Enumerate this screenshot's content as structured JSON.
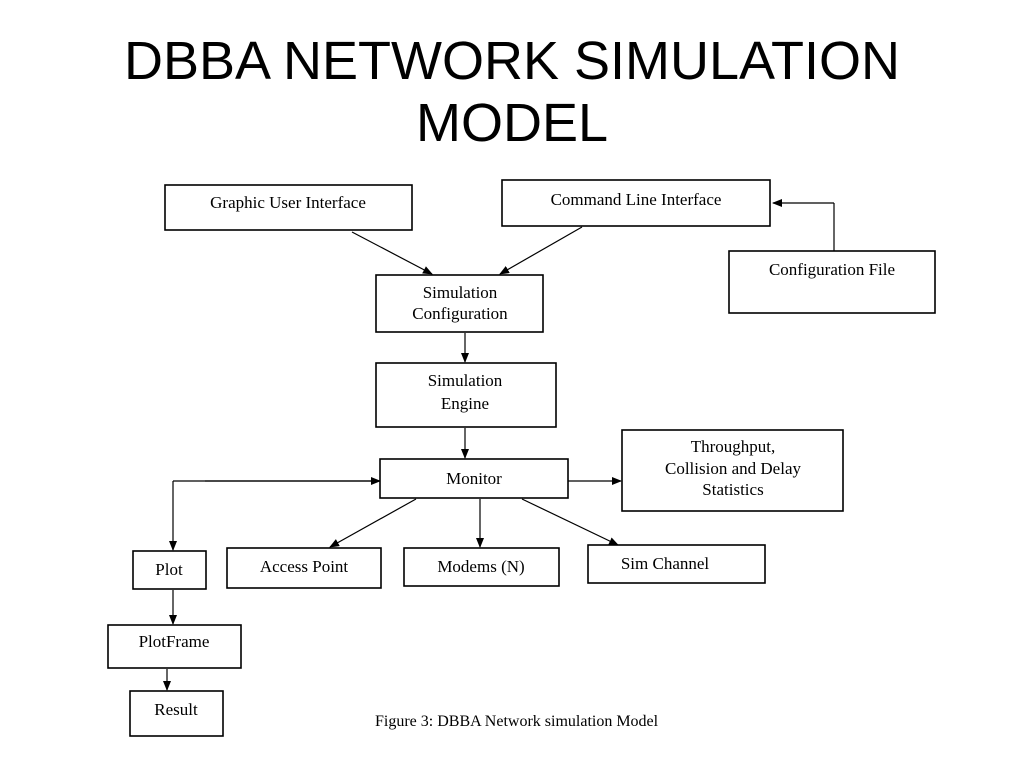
{
  "slide": {
    "title_line1": "DBBA NETWORK SIMULATION",
    "title_line2": "MODEL"
  },
  "diagram": {
    "nodes": {
      "gui": "Graphic User Interface",
      "cli": "Command Line Interface",
      "config_file": "Configuration File",
      "sim_config_line1": "Simulation",
      "sim_config_line2": "Configuration",
      "sim_engine_line1": "Simulation",
      "sim_engine_line2": "Engine",
      "monitor": "Monitor",
      "stats_line1": "Throughput,",
      "stats_line2": "Collision and Delay",
      "stats_line3": "Statistics",
      "plot": "Plot",
      "access_point": "Access Point",
      "modems": "Modems (N)",
      "sim_channel": "Sim Channel",
      "plot_frame": "PlotFrame",
      "result": "Result"
    },
    "edges": [
      {
        "from": "gui",
        "to": "sim_config"
      },
      {
        "from": "cli",
        "to": "sim_config"
      },
      {
        "from": "config_file",
        "to": "cli"
      },
      {
        "from": "sim_config",
        "to": "sim_engine"
      },
      {
        "from": "sim_engine",
        "to": "monitor"
      },
      {
        "from": "monitor",
        "to": "stats"
      },
      {
        "from": "monitor",
        "to": "plot"
      },
      {
        "from": "monitor",
        "to": "access_point"
      },
      {
        "from": "monitor",
        "to": "modems"
      },
      {
        "from": "monitor",
        "to": "sim_channel"
      },
      {
        "from": "plot",
        "to": "plot_frame"
      },
      {
        "from": "plot_frame",
        "to": "result"
      }
    ],
    "caption": "Figure 3: DBBA Network simulation Model"
  }
}
